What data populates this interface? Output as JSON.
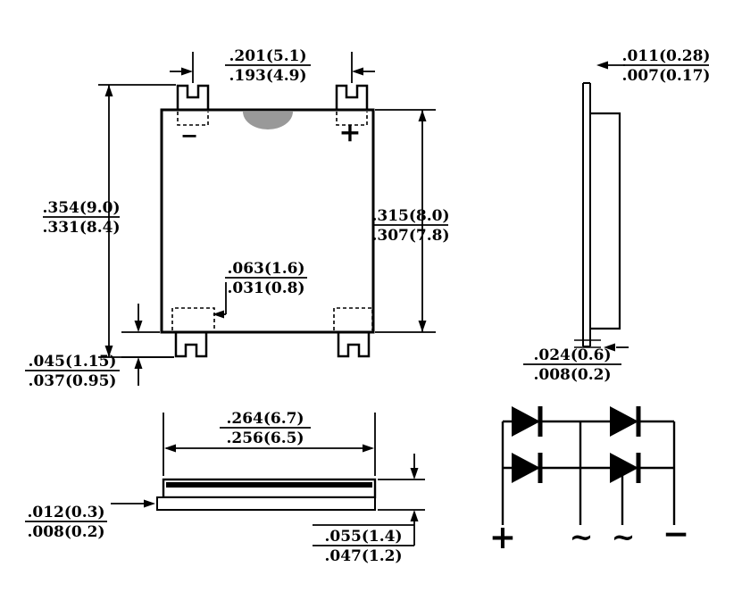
{
  "drawing": {
    "colors": {
      "line": "#000000",
      "index_notch": "#999999",
      "background": "#ffffff"
    },
    "front": {
      "tab_pitch": {
        "max": ".201(5.1)",
        "min": ".193(4.9)"
      },
      "overall": {
        "max": ".354(9.0)",
        "min": ".331(8.4)"
      },
      "body": {
        "max": ".315(8.0)",
        "min": ".307(7.8)"
      },
      "pad": {
        "max": ".063(1.6)",
        "min": ".031(0.8)"
      },
      "tab": {
        "max": ".045(1.15)",
        "min": ".037(0.95)"
      },
      "minus": "−",
      "plus": "+"
    },
    "side": {
      "lead": {
        "max": ".011(0.28)",
        "min": ".007(0.17)"
      },
      "standoff": {
        "max": ".024(0.6)",
        "min": ".008(0.2)"
      }
    },
    "bottom": {
      "width": {
        "max": ".264(6.7)",
        "min": ".256(6.5)"
      },
      "lead": {
        "max": ".012(0.3)",
        "min": ".008(0.2)"
      },
      "height": {
        "max": ".055(1.4)",
        "min": ".047(1.2)"
      }
    },
    "schematic": {
      "plus": "+",
      "ac1": "~",
      "ac2": "~",
      "minus": "−"
    }
  }
}
